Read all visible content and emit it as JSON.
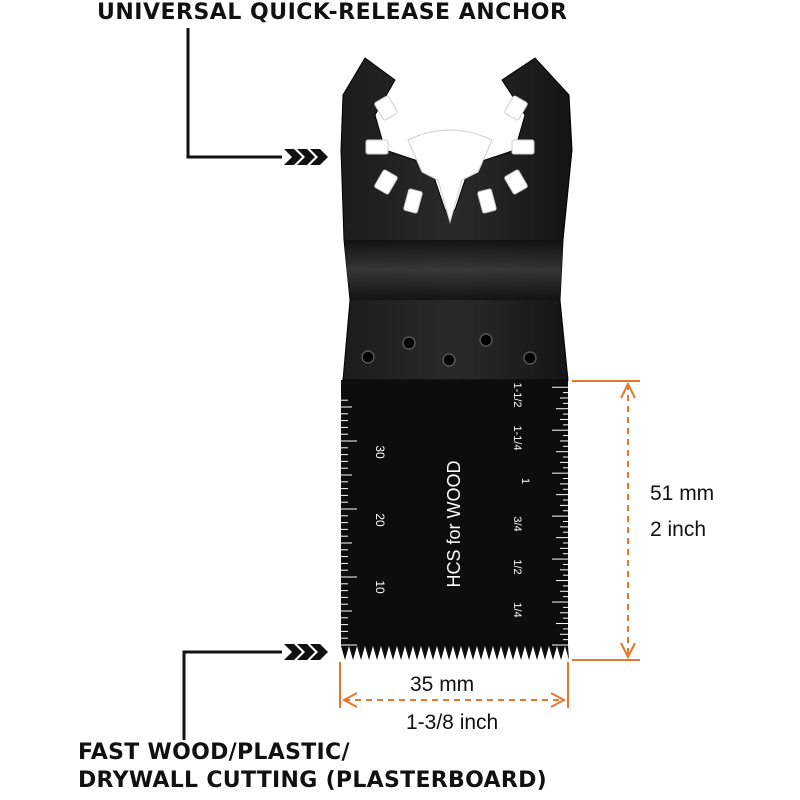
{
  "callouts": {
    "top": "UNIVERSAL QUICK-RELEASE ANCHOR",
    "bottom_line1": "FAST WOOD/PLASTIC/",
    "bottom_line2": "DRYWALL CUTTING (PLASTERBOARD)"
  },
  "blade": {
    "text": "HCS for WOOD",
    "metric_ticks": [
      "10",
      "20",
      "30"
    ],
    "inch_ticks": [
      "1/4",
      "1/2",
      "3/4",
      "1",
      "1-1/4",
      "1-1/2"
    ]
  },
  "dimensions": {
    "height_mm": "51 mm",
    "height_in": "2 inch",
    "width_mm": "35 mm",
    "width_in": "1-3/8 inch"
  },
  "colors": {
    "dimension_line": "#e8772e",
    "blade": "#0d0d0d",
    "text": "#111111"
  }
}
